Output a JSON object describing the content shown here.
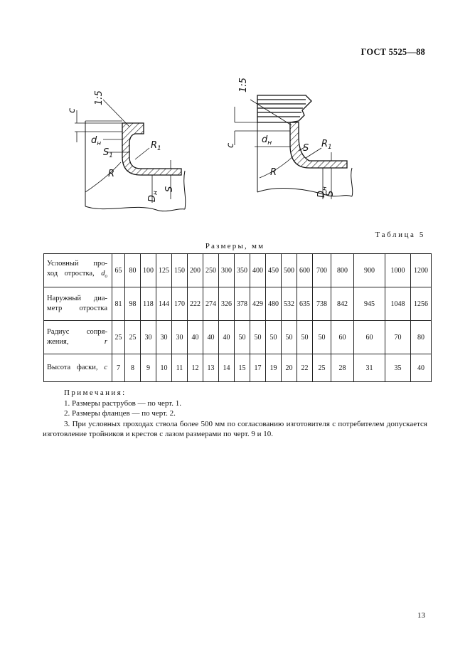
{
  "header": {
    "standard_code": "ГОСТ 5525—88"
  },
  "drawing": {
    "left": {
      "taper": "1:5",
      "c": "c",
      "dn": "d",
      "dn_sub": "н",
      "s1": "S",
      "s1_sub": "1",
      "r1": "R",
      "r1_sub": "1",
      "R": "R",
      "Dn": "D",
      "Dn_sub": "н",
      "S": "S"
    },
    "right": {
      "taper": "1:5",
      "c": "c",
      "dn": "d",
      "dn_sub": "н",
      "s": "S",
      "r1": "R",
      "r1_sub": "1",
      "R": "R",
      "Dn": "D",
      "Dn_sub": "н",
      "S": "S"
    }
  },
  "table": {
    "caption": "Таблица 5",
    "units": "Размеры, мм",
    "rows": [
      {
        "label_line1": "Условный про-",
        "label_line2": "ход отростка,",
        "label_symbol": "d",
        "label_symbol_sub": "o",
        "values": [
          "65",
          "80",
          "100",
          "125",
          "150",
          "200",
          "250",
          "300",
          "350",
          "400",
          "450",
          "500",
          "600",
          "700",
          "800",
          "900",
          "1000",
          "1200"
        ]
      },
      {
        "label_line1": "Наружный диа-",
        "label_line2": "метр отростка",
        "values": [
          "81",
          "98",
          "118",
          "144",
          "170",
          "222",
          "274",
          "326",
          "378",
          "429",
          "480",
          "532",
          "635",
          "738",
          "842",
          "945",
          "1048",
          "1256"
        ]
      },
      {
        "label_line1": "Радиус сопря-",
        "label_line2": "жения,",
        "label_symbol": "r",
        "values": [
          "25",
          "25",
          "30",
          "30",
          "30",
          "40",
          "40",
          "40",
          "50",
          "50",
          "50",
          "50",
          "50",
          "50",
          "60",
          "60",
          "70",
          "80"
        ]
      },
      {
        "label_line1": "Высота фаски,",
        "label_symbol": "c",
        "values": [
          "7",
          "8",
          "9",
          "10",
          "11",
          "12",
          "13",
          "14",
          "15",
          "17",
          "19",
          "20",
          "22",
          "25",
          "28",
          "31",
          "35",
          "40"
        ]
      }
    ]
  },
  "notes": {
    "title": "Примечания:",
    "items": [
      "1. Размеры раструбов — по черт. 1.",
      "2. Размеры фланцев — по черт. 2.",
      "3. При условных проходах ствола более 500 мм по согласованию изготовителя с потребителем допускается изготовление тройников и крестов с лазом размерами по черт. 9 и 10."
    ]
  },
  "page_number": "13"
}
